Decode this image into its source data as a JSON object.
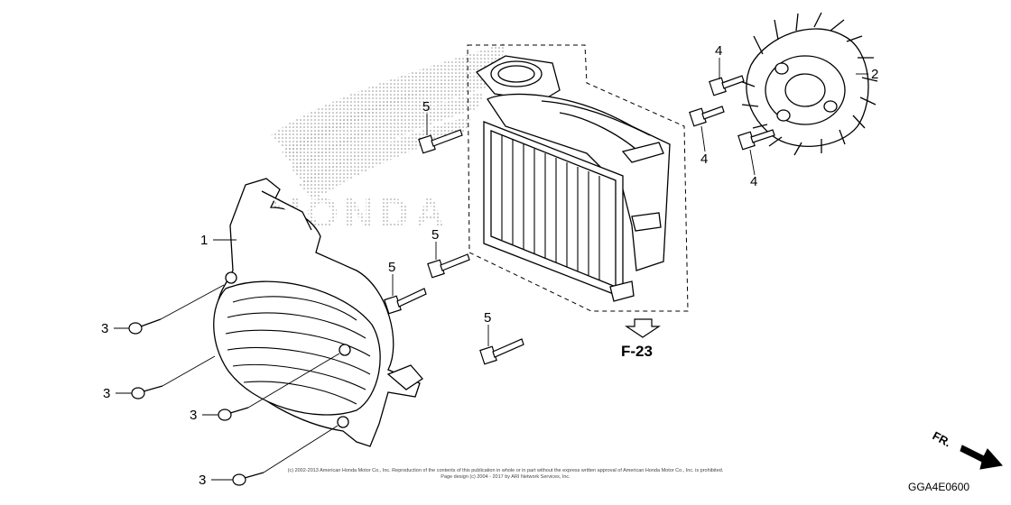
{
  "callouts": {
    "part1": "1",
    "part2": "2",
    "part3": "3",
    "part4": "4",
    "part5": "5"
  },
  "reference": "F-23",
  "direction_label": "FR.",
  "diagram_code": "GGA4E0600",
  "copyright": {
    "line1": "(c) 2002-2013 American Honda Motor Co., Inc. Reproduction of the contents of this publication in whole or in part without the express written approval of American Honda Motor Co., Inc. is prohibited.",
    "line2": "Page design (c) 2004 - 2017 by ARI Network Services, Inc."
  },
  "watermark": "HONDA",
  "icons": {
    "direction": "arrow-right-down-icon",
    "reference": "outline-arrow-down-icon"
  }
}
